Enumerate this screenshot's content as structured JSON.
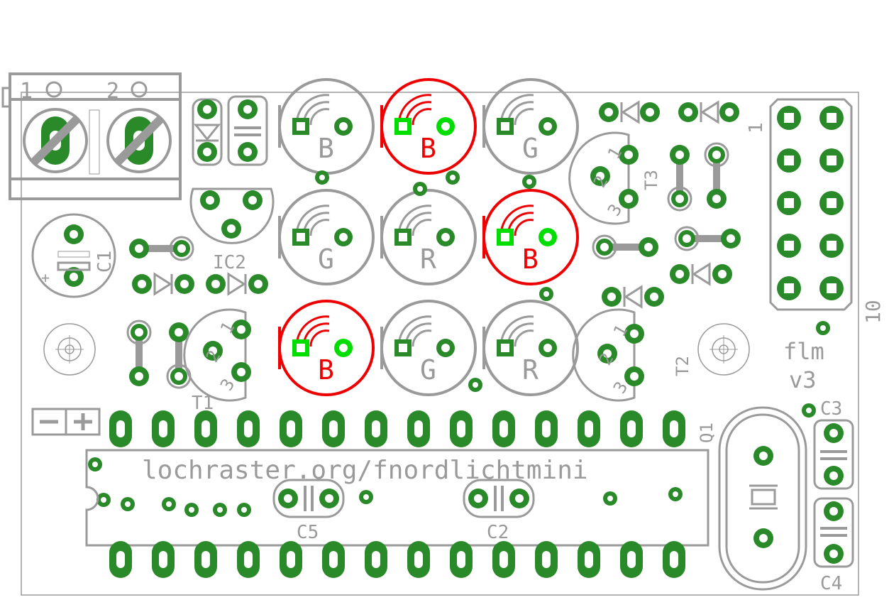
{
  "board": {
    "url": "lochraster.org/fnordlichtmini",
    "author": "flm",
    "version": "v3",
    "polarity_minus": "−",
    "polarity_plus": "+"
  },
  "labels": {
    "terminal_1": "1",
    "terminal_2": "2",
    "c1": "C1",
    "ic2": "IC2",
    "t1": "T1",
    "t2": "T2",
    "t3": "T3",
    "q1": "Q1",
    "c2": "C2",
    "c3": "C3",
    "c4": "C4",
    "c5": "C5",
    "header_pin1": "1",
    "header_pin10": "10",
    "plus": "+"
  },
  "leds": [
    {
      "letter": "B",
      "highlight": false
    },
    {
      "letter": "B",
      "highlight": true
    },
    {
      "letter": "G",
      "highlight": false
    },
    {
      "letter": "G",
      "highlight": false
    },
    {
      "letter": "R",
      "highlight": false
    },
    {
      "letter": "B",
      "highlight": true
    },
    {
      "letter": "B",
      "highlight": true
    },
    {
      "letter": "G",
      "highlight": false
    },
    {
      "letter": "R",
      "highlight": false
    }
  ],
  "transistor_pins": [
    "1",
    "2",
    "3"
  ],
  "colors": {
    "silkscreen": "#9a9a9a",
    "pad": "#2a8a2a",
    "highlight": "#ee0000",
    "background": "#ffffff"
  }
}
